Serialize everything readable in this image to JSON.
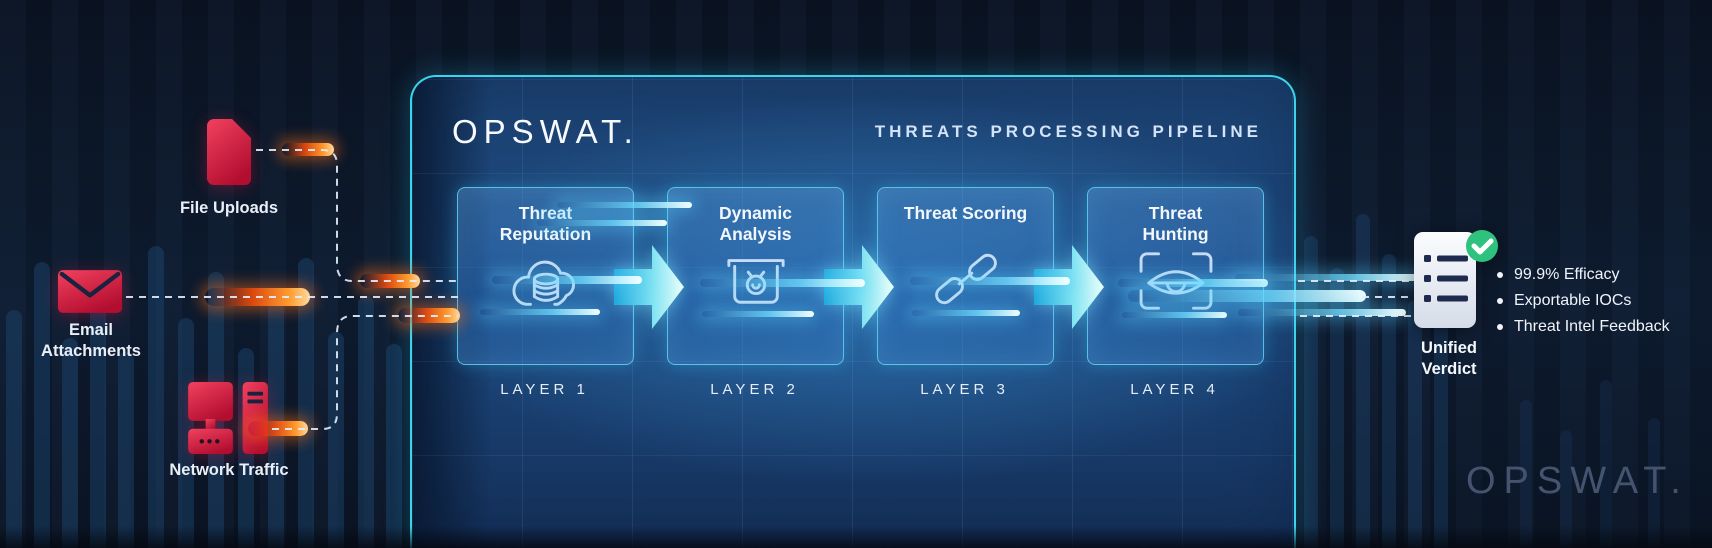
{
  "panel": {
    "logo": "OPSWAT.",
    "title": "THREATS PROCESSING PIPELINE",
    "stages": [
      {
        "title": "Threat Reputation",
        "layer": "LAYER 1",
        "icon": "cloud-database-icon"
      },
      {
        "title": "Dynamic Analysis",
        "layer": "LAYER 2",
        "icon": "sandbox-bug-icon"
      },
      {
        "title": "Threat Scoring",
        "layer": "LAYER 3",
        "icon": "chain-link-icon"
      },
      {
        "title": "Threat Hunting",
        "layer": "LAYER 4",
        "icon": "eye-scan-icon"
      }
    ]
  },
  "inputs": [
    {
      "label": "File Uploads",
      "icon": "file-upload-icon"
    },
    {
      "label": "Email Attachments",
      "icon": "email-attachment-icon"
    },
    {
      "label": "Network Traffic",
      "icon": "network-traffic-icon"
    }
  ],
  "output": {
    "label": "Unified Verdict",
    "icon": "document-check-icon",
    "benefits": [
      "99.9% Efficacy",
      "Exportable IOCs",
      "Threat Intel Feedback"
    ]
  },
  "watermark": "OPSWAT.",
  "colors": {
    "background": "#0b1526",
    "panel_border": "#3bd4ec",
    "panel_fill": "#1c4575",
    "stage_border": "#52cdf2",
    "accent_cyan": "#6fe3ff",
    "alert_red": "#d91f42",
    "comet_orange": "#ff7a1a",
    "verdict_green": "#2ec27e",
    "text_light": "#eef5fd",
    "watermark_blue": "#45536f"
  }
}
